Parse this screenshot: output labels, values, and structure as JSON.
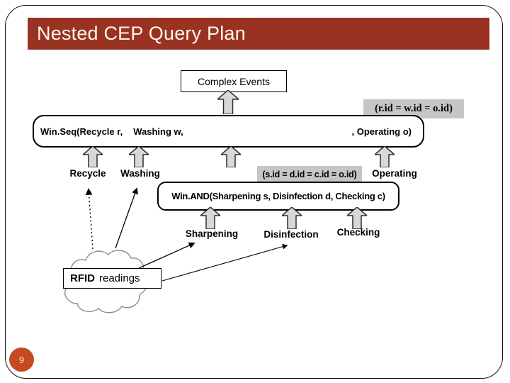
{
  "slide": {
    "title": "Nested CEP Query Plan",
    "page_number": "9"
  },
  "diagram": {
    "root_label": "Complex Events",
    "seq_predicate": "(r.id = w.id = o.id)",
    "seq_box": {
      "prefix": "Win.Seq(Recycle r,",
      "middle": "Washing w,",
      "suffix": ", Operating o)"
    },
    "seq_inputs": [
      "Recycle",
      "Washing",
      "Operating"
    ],
    "and_predicate": "(s.id = d.id = c.id = o.id)",
    "and_label": "Win.AND(Sharpening s, Disinfection d, Checking c)",
    "and_inputs": [
      "Sharpening",
      "Disinfection",
      "Checking"
    ],
    "source_label_bold": "RFID",
    "source_label_rest": "readings"
  },
  "colors": {
    "title_bar_red": "#9A3222",
    "page_circle_orange": "#C64A1F",
    "predicate_label_gray": "#C6C6C6",
    "arrow_fill_gray": "#D8D8D8"
  },
  "icons": {
    "up_arrow": "block-up-arrow",
    "cloud": "cloud-shape"
  }
}
